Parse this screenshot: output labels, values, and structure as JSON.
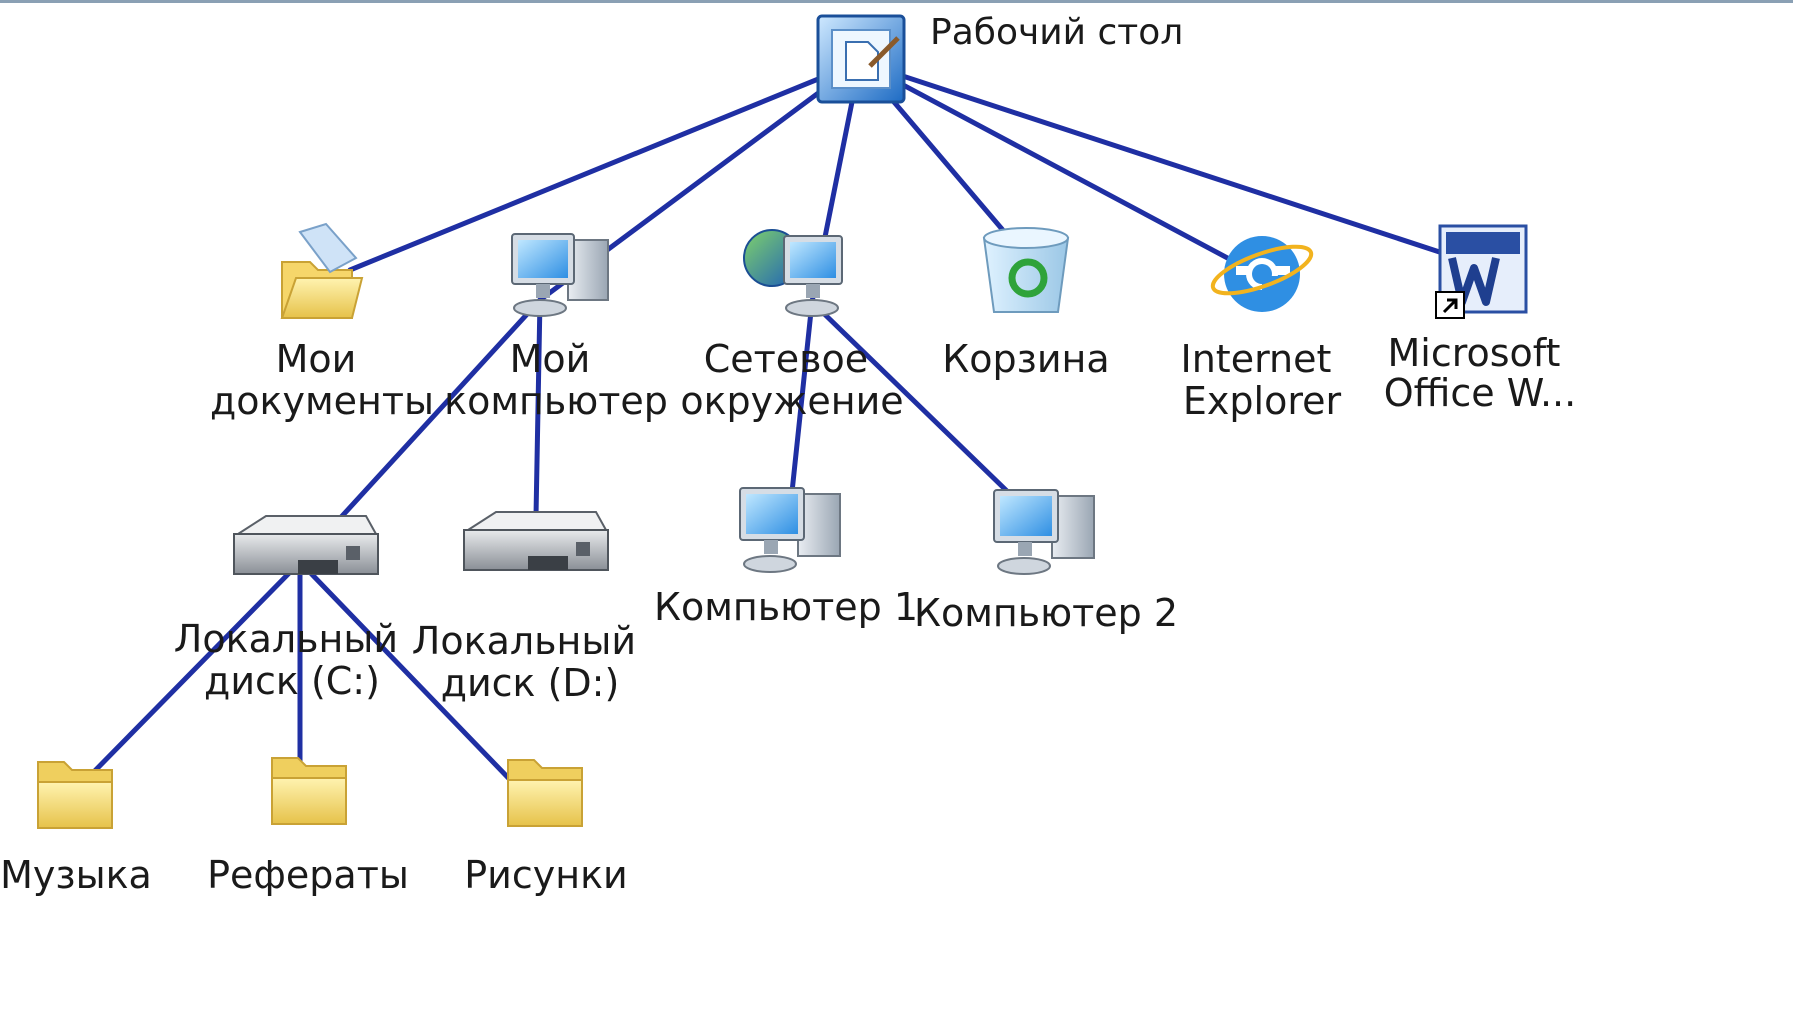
{
  "colors": {
    "edge": "#1f2fa3",
    "folder": "#f3dc78",
    "monitor": "#2f8fe3"
  },
  "root": {
    "label": "Рабочий стол",
    "icon": "desktop-icon"
  },
  "nodes": {
    "my_documents": {
      "label": [
        "Мои",
        "документы"
      ],
      "icon": "open-folder-icon"
    },
    "my_computer": {
      "label": [
        "Мой",
        "компьютер"
      ],
      "icon": "computer-icon"
    },
    "network": {
      "label": [
        "Сетевое",
        "окружение"
      ],
      "icon": "network-computer-icon"
    },
    "recycle": {
      "label": [
        "Корзина"
      ],
      "icon": "recycle-bin-icon"
    },
    "ie": {
      "label": [
        "Internet",
        "Explorer"
      ],
      "icon": "internet-explorer-icon"
    },
    "word": {
      "label": [
        "Microsoft",
        "Office W..."
      ],
      "icon": "word-shortcut-icon"
    },
    "disk_c": {
      "label": [
        "Локальный",
        "диск (C:)"
      ],
      "icon": "hard-drive-icon"
    },
    "disk_d": {
      "label": [
        "Локальный",
        "диск (D:)"
      ],
      "icon": "hard-drive-icon"
    },
    "comp1": {
      "label": [
        "Компьютер 1"
      ],
      "icon": "computer-icon"
    },
    "comp2": {
      "label": [
        "Компьютер 2"
      ],
      "icon": "computer-icon"
    },
    "music": {
      "label": [
        "Музыка"
      ],
      "icon": "folder-icon"
    },
    "essays": {
      "label": [
        "Рефераты"
      ],
      "icon": "folder-icon"
    },
    "pictures": {
      "label": [
        "Рисунки"
      ],
      "icon": "folder-icon"
    }
  },
  "edges": [
    [
      "root",
      "my_documents"
    ],
    [
      "root",
      "my_computer"
    ],
    [
      "root",
      "network"
    ],
    [
      "root",
      "recycle"
    ],
    [
      "root",
      "ie"
    ],
    [
      "root",
      "word"
    ],
    [
      "my_computer",
      "disk_c"
    ],
    [
      "my_computer",
      "disk_d"
    ],
    [
      "network",
      "comp1"
    ],
    [
      "network",
      "comp2"
    ],
    [
      "disk_c",
      "music"
    ],
    [
      "disk_c",
      "essays"
    ],
    [
      "disk_c",
      "pictures"
    ]
  ]
}
